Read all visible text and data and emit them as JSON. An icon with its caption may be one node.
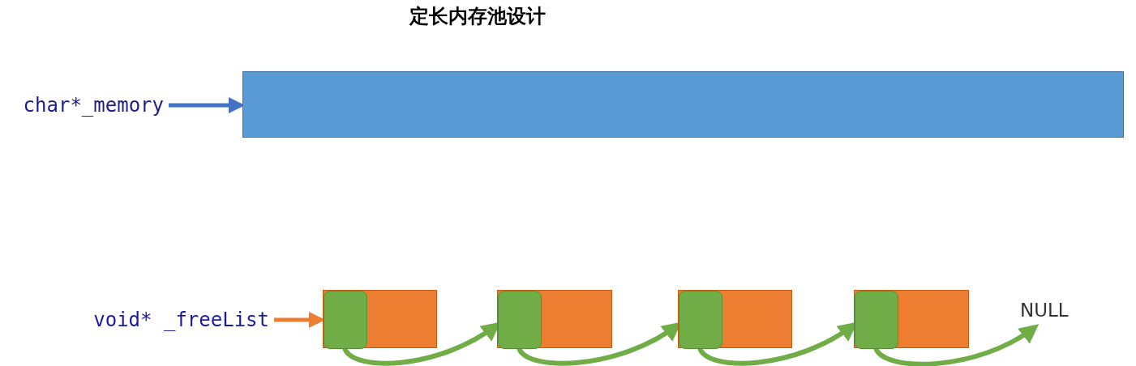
{
  "diagram": {
    "title": "定长内存池设计",
    "nodes": [
      {
        "text": [
          "char*_memory"
        ]
      },
      {
        "text": [],
        "shape": "bar"
      },
      {
        "text": [
          "void* _freeList"
        ]
      },
      {
        "text": [],
        "shape": "box"
      },
      {
        "text": [],
        "shape": "box",
        "in": 3
      },
      {
        "text": [],
        "shape": "box"
      },
      {
        "text": [],
        "shape": "box",
        "in": 5
      },
      {
        "text": [],
        "shape": "box"
      },
      {
        "text": [],
        "shape": "box",
        "in": 7
      },
      {
        "text": [],
        "shape": "box"
      },
      {
        "text": [],
        "shape": "box",
        "in": 9
      },
      {
        "text": [
          "NULL"
        ]
      }
    ],
    "edges": [
      {
        "from": 0,
        "to": 1,
        "arrow": "to",
        "color": "#4472c4"
      },
      {
        "from": 2,
        "to": 3,
        "arrow": "to",
        "color": "#ed7d31"
      },
      {
        "from": 4,
        "to": 6,
        "arrow": "to"
      },
      {
        "from": 6,
        "to": 8,
        "arrow": "to"
      },
      {
        "from": 8,
        "to": 10,
        "arrow": "to"
      },
      {
        "from": 10,
        "to": 11,
        "arrow": "to"
      }
    ]
  }
}
